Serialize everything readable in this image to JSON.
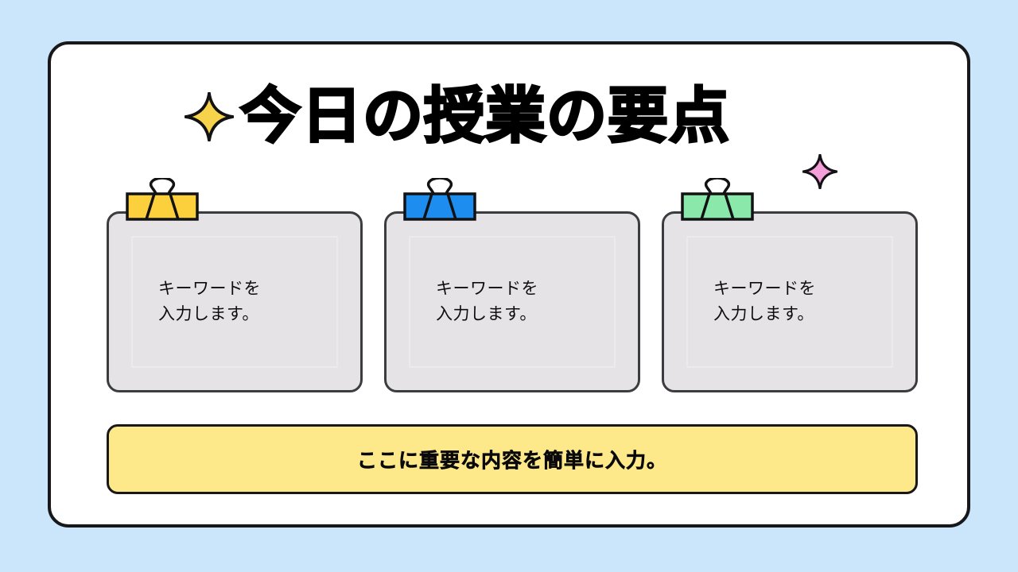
{
  "slide": {
    "title": "今日の授業の要点",
    "background_color": "#cbe6fb",
    "panel_color": "#ffffff",
    "border_color": "#18181a"
  },
  "decorations": {
    "sparkle_top_left": {
      "icon": "sparkle-four-point-icon",
      "color": "#f7d34c",
      "outline": "#121214"
    },
    "sparkle_title_right": {
      "icon": "sparkle-four-point-icon",
      "color": "#f49fd8",
      "outline": "#121214"
    }
  },
  "cards": [
    {
      "text": "キーワードを\n入力します。",
      "clip_icon": "binder-clip-icon",
      "clip_color": "#fcd03c",
      "fill_color": "#e5e3e5",
      "border_color": "#3c3c40"
    },
    {
      "text": "キーワードを\n入力します。",
      "clip_icon": "binder-clip-icon",
      "clip_color": "#1d8ef0",
      "fill_color": "#e5e3e5",
      "border_color": "#3c3c40"
    },
    {
      "text": "キーワードを\n入力します。",
      "clip_icon": "binder-clip-icon",
      "clip_color": "#8ae8ab",
      "fill_color": "#e5e3e5",
      "border_color": "#3c3c40"
    }
  ],
  "banner": {
    "text": "ここに重要な内容を簡単に入力。",
    "fill_color": "#fde98a",
    "border_color": "#18181a"
  }
}
